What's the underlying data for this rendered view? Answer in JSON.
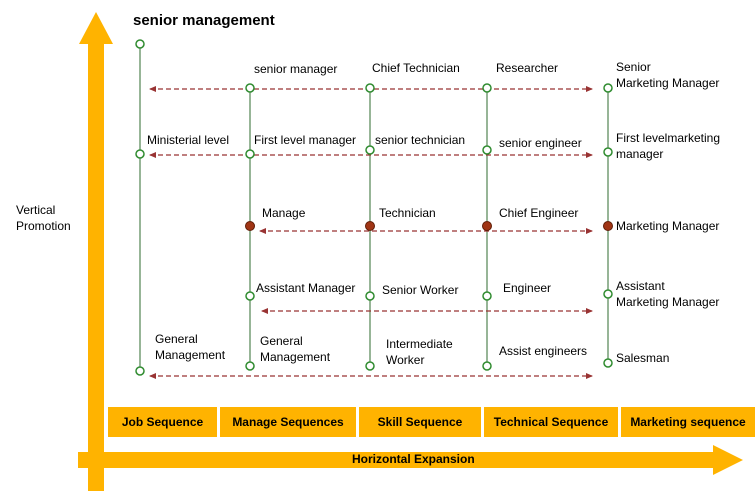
{
  "title": "senior management",
  "axis": {
    "vertical": "Vertical\nPromotion",
    "horizontal": "Horizontal Expansion"
  },
  "colors": {
    "arrow_orange": "#FFB300",
    "dashed_arrow_red": "#993333",
    "line_green": "#2F6B2F",
    "node_green_stroke": "#2F8B2F",
    "node_red_fill": "#A03515"
  },
  "sequences": [
    {
      "label": "Job Sequence"
    },
    {
      "label": "Manage Sequences"
    },
    {
      "label": "Skill Sequence"
    },
    {
      "label": "Technical Sequence"
    },
    {
      "label": "Marketing sequence"
    }
  ],
  "labels": {
    "senior_manager": "senior manager",
    "chief_technician": "Chief Technician",
    "researcher": "Researcher",
    "senior_marketing_manager": "Senior\nMarketing Manager",
    "ministerial_level": "Ministerial level",
    "first_level_manager": "First level manager",
    "senior_technician": "senior technician",
    "senior_engineer": "senior engineer",
    "first_level_marketing_manager": "First levelmarketing\nmanager",
    "manage": "Manage",
    "technician": "Technician",
    "chief_engineer": "Chief Engineer",
    "marketing_manager": "Marketing Manager",
    "assistant_manager": "Assistant Manager",
    "senior_worker": "Senior Worker",
    "engineer": "Engineer",
    "assistant_marketing_manager": "Assistant\nMarketing Manager",
    "general_management_1": "General\nManagement",
    "general_management_2": "General\nManagement",
    "intermediate_worker": "Intermediate\nWorker",
    "assist_engineers": "Assist engineers",
    "salesman": "Salesman"
  }
}
